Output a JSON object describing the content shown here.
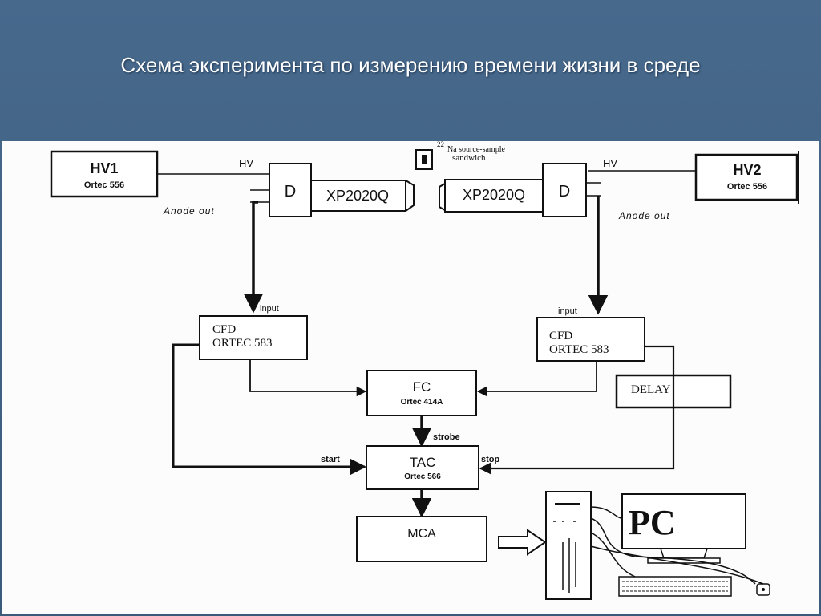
{
  "slide": {
    "title": "Схема эксперимента по измерению времени жизни в среде"
  },
  "diagram": {
    "hv1": {
      "title": "HV1",
      "model": "Ortec 556"
    },
    "hv2": {
      "title": "HV2",
      "model": "Ortec 556"
    },
    "hv_left": "HV",
    "hv_right": "HV",
    "divider_left": "D",
    "divider_right": "D",
    "pmt_left": "XP2020Q",
    "pmt_right": "XP2020Q",
    "source": {
      "superscript": "22",
      "line1": "Na source-sample",
      "line2": "sandwich"
    },
    "anode_left": "Anode out",
    "anode_right": "Anode out",
    "input_left": "input",
    "input_right": "input",
    "cfd_left": {
      "line1": "CFD",
      "line2": "ORTEC 583"
    },
    "cfd_right": {
      "line1": "CFD",
      "line2": "ORTEC 583"
    },
    "fc": {
      "title": "FC",
      "model": "Ortec 414A"
    },
    "delay": "DELAY",
    "strobe": "strobe",
    "start": "start",
    "stop": "stop",
    "tac": {
      "title": "TAC",
      "model": "Ortec 566"
    },
    "mca": "MCA",
    "pc": "PC"
  }
}
